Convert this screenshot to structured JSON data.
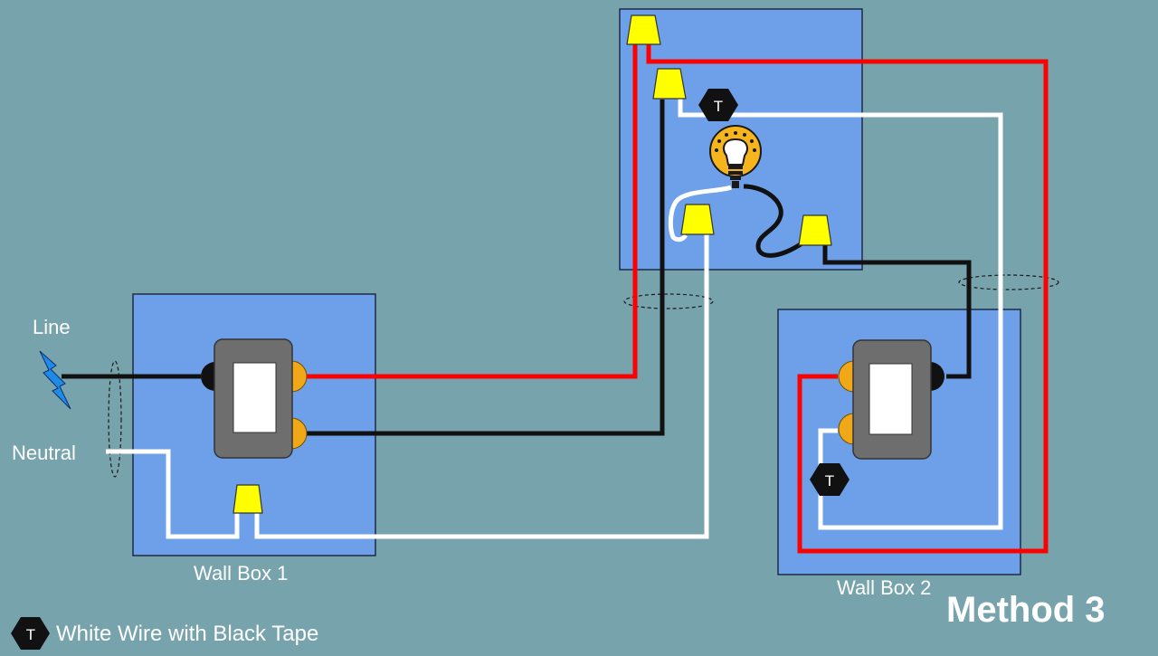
{
  "labels": {
    "line": "Line",
    "neutral": "Neutral",
    "wall_box_1": "Wall Box 1",
    "wall_box_2": "Wall Box 2",
    "method": "Method 3",
    "tape_marker": "T",
    "legend_text": "White Wire with Black Tape"
  },
  "colors": {
    "background": "#77a3ad",
    "box_fill": "#6ea0ea",
    "box_stroke": "#1f2a44",
    "hot_wire": "#ff0000",
    "neutral_wire": "#ffffff",
    "black_wire": "#111111",
    "wire_nut": "#ffff00",
    "switch_body": "#6e6e6e",
    "brass_terminal": "#f0a818",
    "bulb": "#f6b51c"
  }
}
